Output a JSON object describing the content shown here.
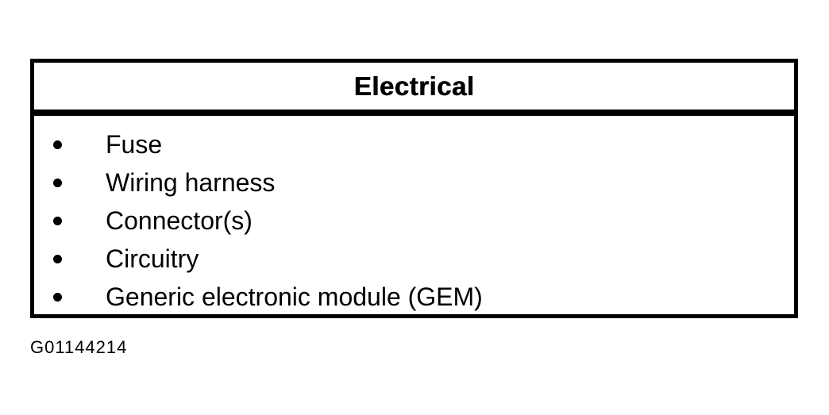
{
  "figure": {
    "title": "Electrical",
    "items": [
      "Fuse",
      "Wiring harness",
      "Connector(s)",
      "Circuitry",
      "Generic electronic module (GEM)"
    ],
    "caption": "G01144214"
  },
  "colors": {
    "ink": "#000000",
    "paper": "#ffffff"
  }
}
